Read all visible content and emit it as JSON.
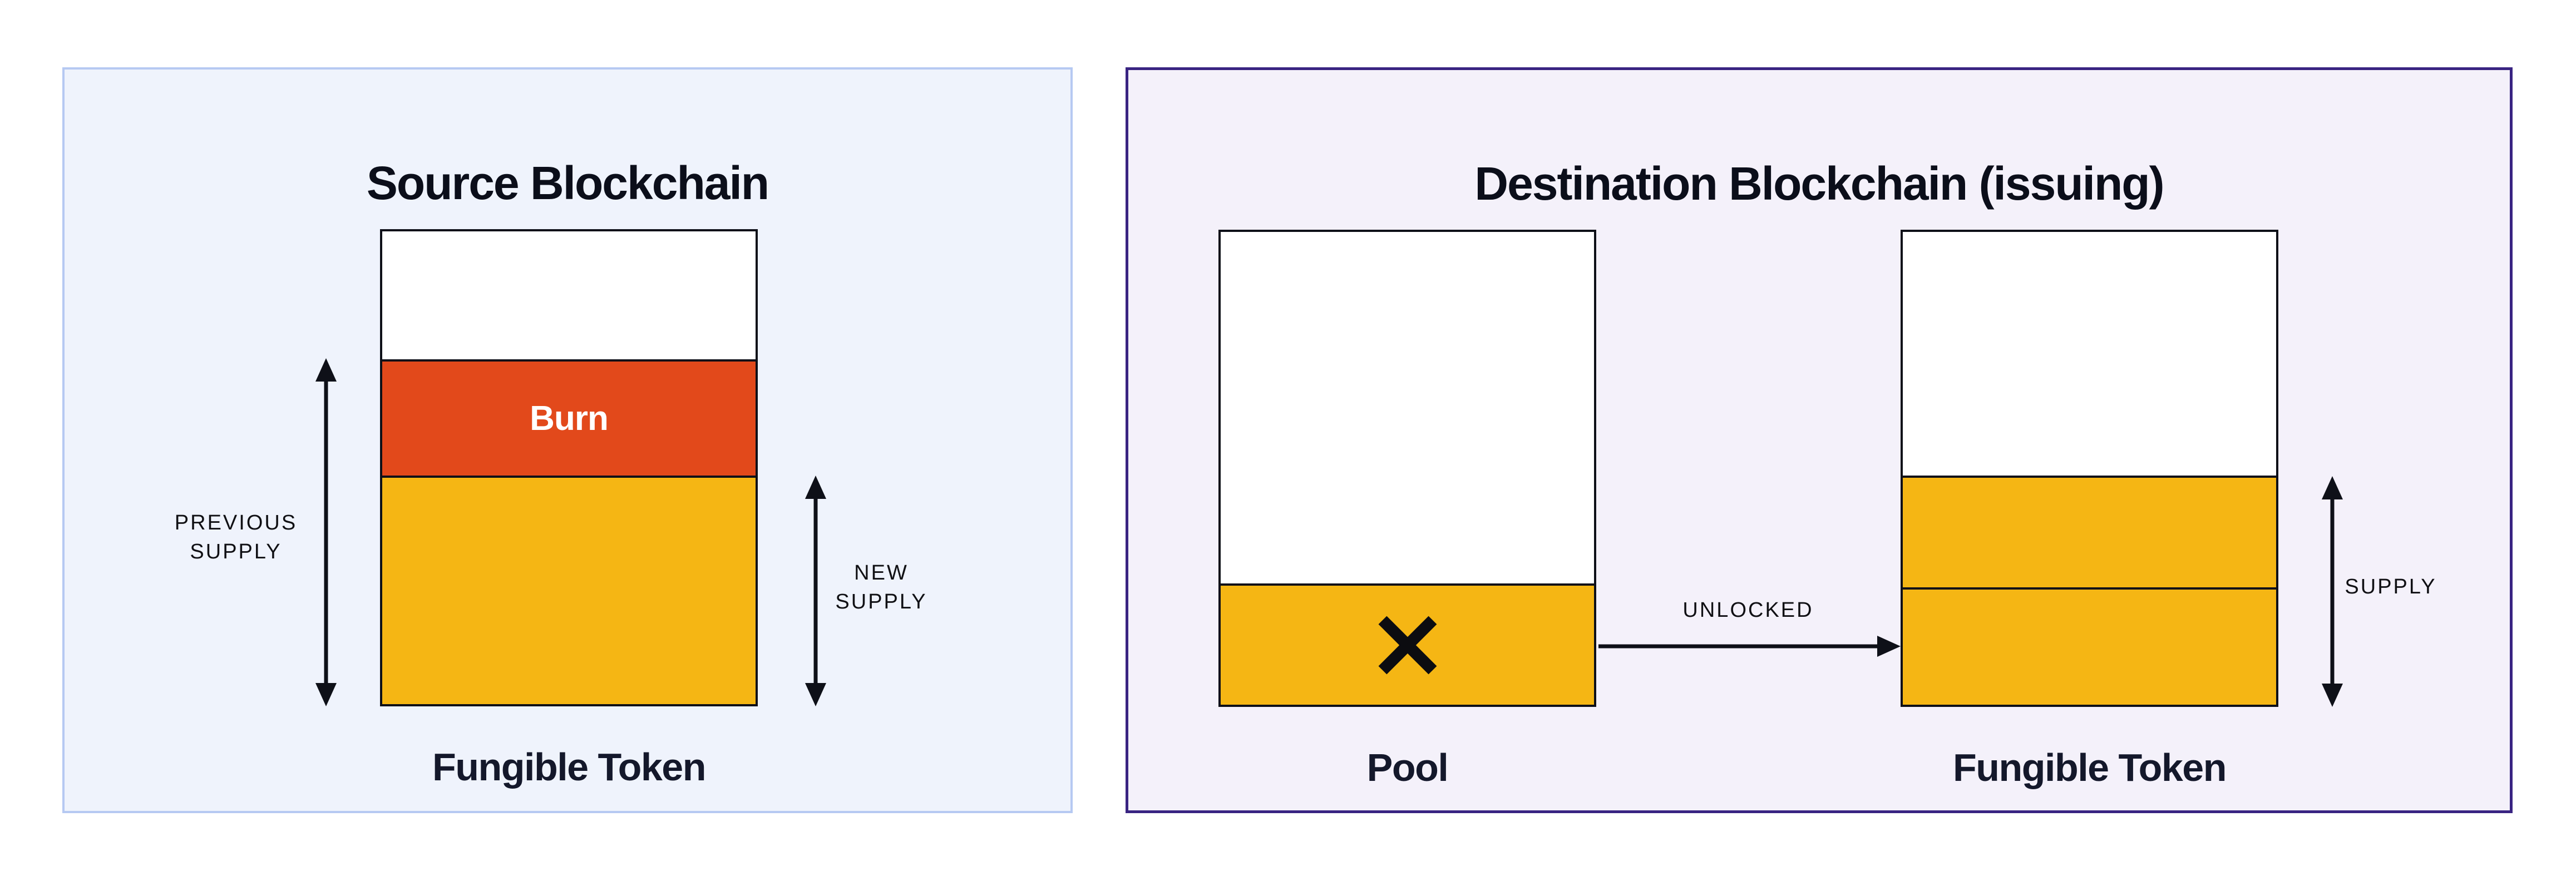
{
  "diagram": {
    "source_panel": {
      "title": "Source Blockchain",
      "burn_label": "Burn",
      "bar_caption": "Fungible Token",
      "previous_supply_label": {
        "line1": "PREVIOUS",
        "line2": "SUPPLY"
      },
      "new_supply_label": {
        "line1": "NEW",
        "line2": "SUPPLY"
      },
      "colors": {
        "panel_bg": "#EFF3FC",
        "panel_border": "#B6C9F2",
        "burn_fill": "#E2491B",
        "supply_fill": "#F5B614",
        "empty_fill": "#FFFFFF"
      },
      "bar_segments": [
        {
          "name": "empty",
          "fill": "#FFFFFF",
          "height_fraction": 0.27
        },
        {
          "name": "burn",
          "fill": "#E2491B",
          "height_fraction": 0.246
        },
        {
          "name": "new-supply",
          "fill": "#F5B614",
          "height_fraction": 0.484
        }
      ]
    },
    "destination_panel": {
      "title": "Destination Blockchain (issuing)",
      "pool_caption": "Pool",
      "bar_caption": "Fungible Token",
      "unlocked_label": "UNLOCKED",
      "supply_label": "SUPPLY",
      "colors": {
        "panel_bg": "#F4F1FA",
        "panel_border": "#392482",
        "locked_fill": "#F5B614",
        "supply_fill": "#F5B614",
        "empty_fill": "#FFFFFF"
      },
      "pool_segments": [
        {
          "name": "empty",
          "fill": "#FFFFFF",
          "height_fraction": 0.744
        },
        {
          "name": "unlocked-out",
          "fill": "#F5B614",
          "height_fraction": 0.256
        }
      ],
      "token_segments": [
        {
          "name": "empty",
          "fill": "#FFFFFF",
          "height_fraction": 0.515
        },
        {
          "name": "supply-upper",
          "fill": "#F5B614",
          "height_fraction": 0.237
        },
        {
          "name": "supply-lower-unlocked",
          "fill": "#F5B614",
          "height_fraction": 0.248
        }
      ]
    },
    "stroke_color": "#0E1018"
  }
}
